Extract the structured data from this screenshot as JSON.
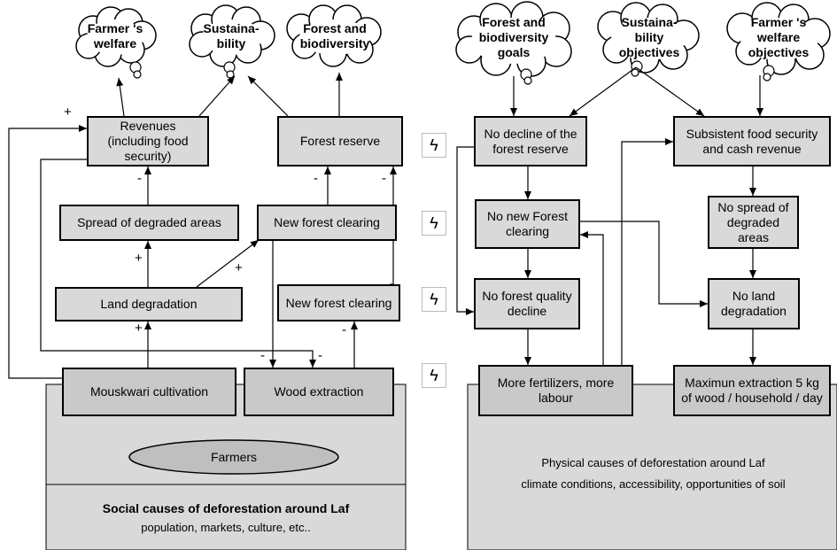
{
  "left": {
    "goals": {
      "farmer": "Farmer 's welfare",
      "sustain": "Sustaina-bility",
      "forest": "Forest and biodiversity"
    },
    "nodes": {
      "revenues": "Revenues (including food security)",
      "forest_reserve": "Forest reserve",
      "spread": "Spread of degraded areas",
      "new_clearing_top": "New forest clearing",
      "land_degradation": "Land degradation",
      "new_clearing_bottom": "New forest clearing",
      "mouskwari": "Mouskwari cultivation",
      "wood": "Wood extraction"
    },
    "farmers": "Farmers",
    "social_title": "Social causes of deforestation around Laf",
    "social_sub": "population, markets, culture, etc..",
    "signs": [
      "+",
      "-",
      "-",
      "-",
      "+",
      "+",
      "+",
      "-",
      "-",
      "-"
    ]
  },
  "right": {
    "goals": {
      "forest": "Forest and biodiversity goals",
      "sustain": "Sustaina-bility objectives",
      "farmer": "Farmer 's welfare objectives"
    },
    "nodes": {
      "no_decline": "No decline of the forest reserve",
      "subsistent": "Subsistent food security and cash revenue",
      "no_new_clearing": "No new Forest clearing",
      "no_spread": "No spread of degraded areas",
      "no_quality": "No forest quality decline",
      "no_land": "No land degradation",
      "fertilizers": "More fertilizers, more labour",
      "maximum": "Maximun extraction 5 kg of wood / household / day"
    },
    "physical_title": "Physical causes of deforestation around Laf",
    "physical_sub": "climate conditions,  accessibility, opportunities of soil"
  },
  "conflict_icon": "lightning-bolt-icon"
}
